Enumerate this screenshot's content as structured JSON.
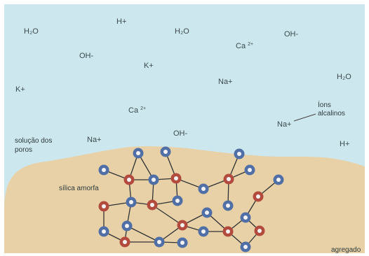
{
  "colors": {
    "solution": "#cde7ee",
    "aggregate": "#e8d1a7",
    "oxygen_atom": "#b24a3d",
    "silicon_atom": "#4f6fa6",
    "bond": "#2f3133"
  },
  "ions": {
    "h2o_1": "H₂O",
    "h_plus_1": "H+",
    "h2o_2": "H₂O",
    "ca_1_base": "Ca",
    "ca_1_charge": "2+",
    "oh_1": "OH-",
    "oh_2": "OH-",
    "k_1": "K+",
    "na_1": "Na+",
    "h2o_3": "H₂O",
    "k_2": "K+",
    "ca_2_base": "Ca",
    "ca_2_charge": "2+",
    "na_2": "Na+",
    "oh_3": "OH-",
    "na_3": "Na+",
    "h_plus_2": "H+"
  },
  "labels": {
    "alkali_ions_line1": "Íons",
    "alkali_ions_line2": "alcalinos",
    "pore_solution_line1": "solução dos",
    "pore_solution_line2": "poros",
    "amorphous_silica": "sílica amorfa",
    "aggregate": "agregado"
  },
  "icons": {
    "silicon": "silicon-atom-icon",
    "oxygen": "oxygen-atom-icon"
  }
}
